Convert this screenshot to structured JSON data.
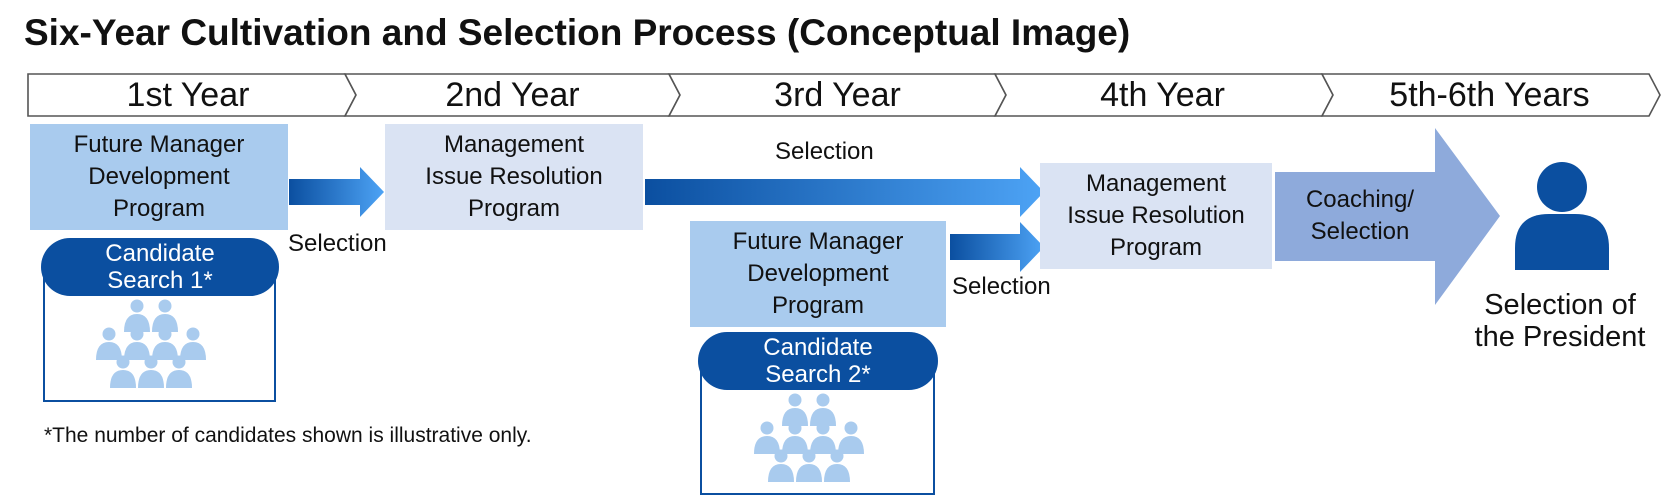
{
  "title": "Six-Year Cultivation and Selection Process (Conceptual Image)",
  "stages": [
    "1st Year",
    "2nd Year",
    "3rd Year",
    "4th Year",
    "5th-6th Years"
  ],
  "programs": {
    "future_manager_1": [
      "Future Manager",
      "Development",
      "Program"
    ],
    "management_issue_1": [
      "Management",
      "Issue Resolution",
      "Program"
    ],
    "future_manager_2": [
      "Future Manager",
      "Development",
      "Program"
    ],
    "management_issue_2": [
      "Management",
      "Issue Resolution",
      "Program"
    ],
    "coaching": [
      "Coaching/",
      "Selection"
    ]
  },
  "selection_labels": {
    "after_year1": "Selection",
    "top_flow": "Selection",
    "after_year3": "Selection"
  },
  "candidate_search": {
    "first": [
      "Candidate",
      "Search 1*"
    ],
    "second": [
      "Candidate",
      "Search 2*"
    ]
  },
  "president_label": [
    "Selection of",
    "the President"
  ],
  "footnote": "*The number of candidates shown is illustrative only.",
  "icons": {
    "president": "person-icon",
    "candidates": "people-group-icon"
  },
  "colors": {
    "dark_blue": "#0b4fa0",
    "light_blue_box": "#a9cbee",
    "pale_blue_box": "#dae3f3",
    "coaching_box": "#8eaadb",
    "candidate_icon": "#a9cbee"
  }
}
